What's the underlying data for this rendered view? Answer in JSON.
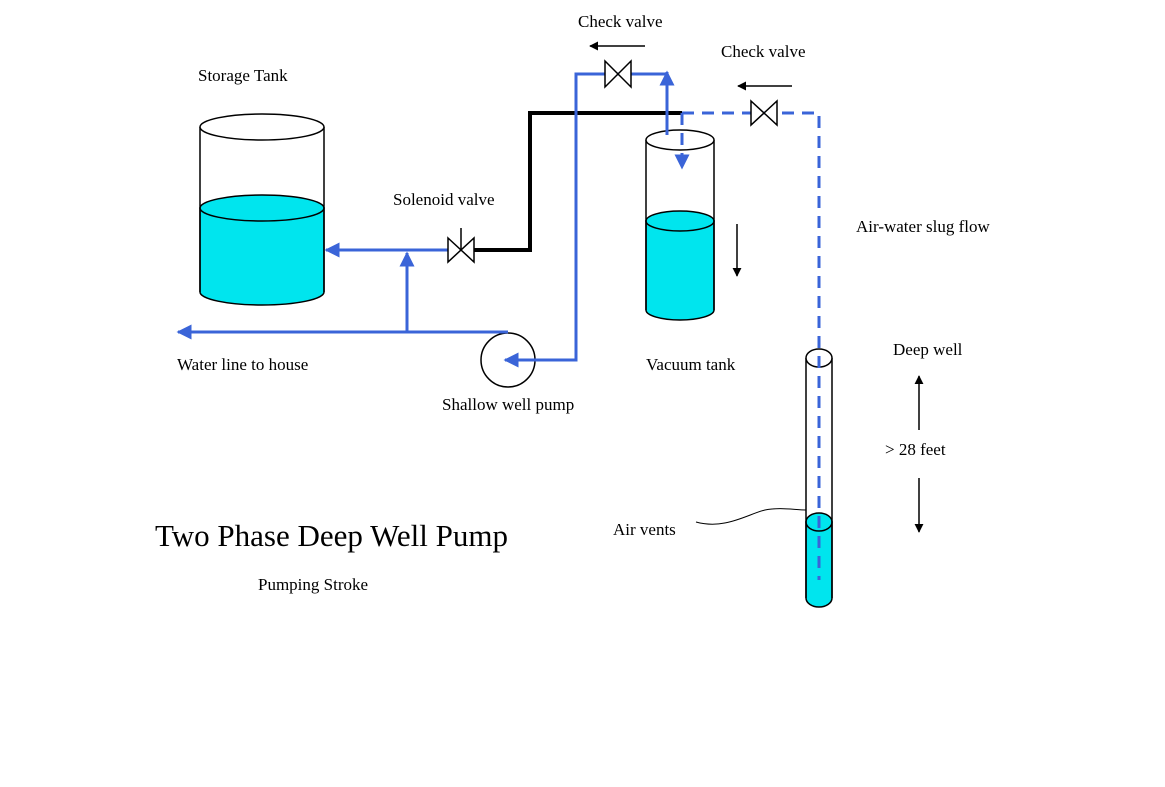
{
  "title": "Two Phase Deep Well Pump",
  "subtitle": "Pumping Stroke",
  "labels": {
    "storage_tank": "Storage Tank",
    "solenoid_valve": "Solenoid valve",
    "check_valve_top": "Check valve",
    "check_valve_right": "Check valve",
    "air_water_slug_flow": "Air-water slug flow",
    "vacuum_tank": "Vacuum tank",
    "water_line_to_house": "Water line to house",
    "shallow_well_pump": "Shallow well pump",
    "deep_well": "Deep well",
    "depth": "> 28 feet",
    "air_vents": "Air vents"
  },
  "colors": {
    "water": "#00e5ee",
    "pipe_blue": "#3a64d8",
    "pipe_black": "#000000",
    "outline": "#000000"
  }
}
